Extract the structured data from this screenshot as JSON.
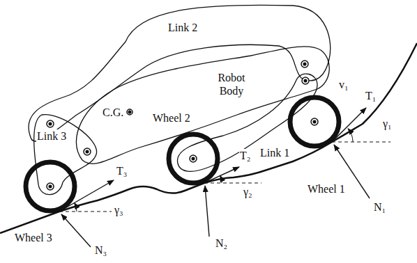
{
  "diagram": {
    "labels": [
      "Link 2",
      "Robot Body",
      "C.G.",
      "Link 3",
      "Wheel 2",
      "Link 1",
      "v₁",
      "T₁",
      "γ₁",
      "Wheel 1",
      "N₁",
      "T₂",
      "γ₂",
      "N₂",
      "T₃",
      "γ₃",
      "Wheel 3",
      "N₃"
    ]
  }
}
